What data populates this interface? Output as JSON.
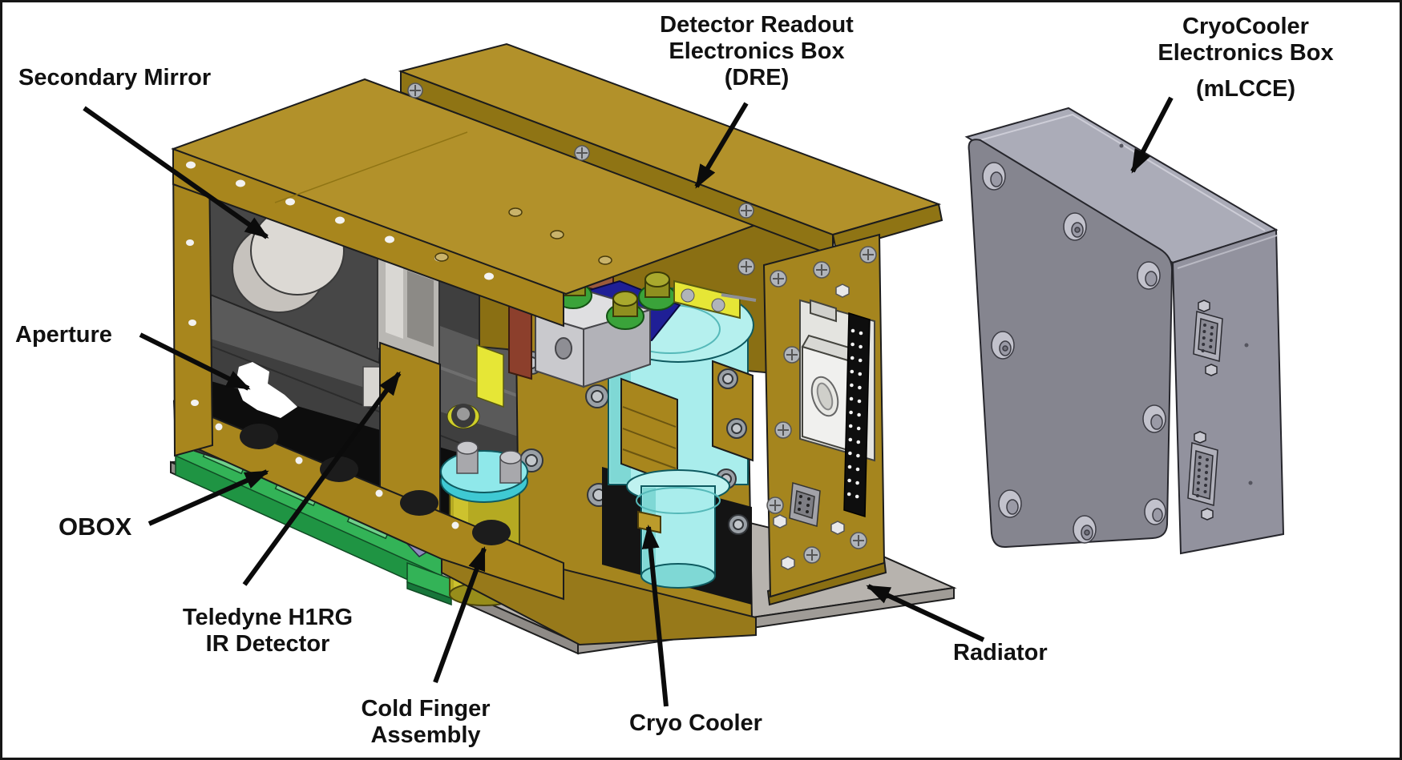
{
  "figure": {
    "kind": "labeled CAD exploded-view diagram of an infrared instrument assembly"
  },
  "labels": {
    "secondary_mirror": {
      "text": "Secondary Mirror"
    },
    "aperture": {
      "text": "Aperture"
    },
    "obox": {
      "text": "OBOX"
    },
    "detector": {
      "lines": [
        "Teledyne H1RG",
        "IR Detector"
      ]
    },
    "cold_finger": {
      "lines": [
        "Cold Finger",
        "Assembly"
      ]
    },
    "cryo_cooler": {
      "text": "Cryo Cooler"
    },
    "radiator": {
      "text": "Radiator"
    },
    "dre": {
      "lines": [
        "Detector Readout",
        "Electronics Box",
        "(DRE)"
      ]
    },
    "mlcce": {
      "lines": [
        "CryoCooler",
        "Electronics Box",
        "(mLCCE)"
      ]
    }
  },
  "colors": {
    "background": "#ffffff",
    "border": "#161616",
    "arrow": "#0b0b0b",
    "label_text": "#111111",
    "gold": "#a8861d",
    "gold_top": "#b2912a",
    "gold_shadow": "#8a6f13",
    "interior_gray": "#3f3f3f",
    "interior_black": "#0d0d0d",
    "mirror_white": "#dcd9d4",
    "aperture_white": "#ffffff",
    "pcb_green": "#2fad52",
    "pcb_green_dark": "#1f9443",
    "radiator_gray": "#b7b3ae",
    "cryocooler_cyan": "#a9edec",
    "cold_plate_cyan": "#3fc9d3",
    "cold_finger_olive": "#b5aa22",
    "bracket_navy": "#1f1f96",
    "bracket_purple": "#8d8bbd",
    "bracket_yellow": "#e6e636",
    "bracket_brown": "#9b5a3a",
    "bracket_maroon": "#8c3f2c",
    "connector_white": "#f0f0ee",
    "enclosure_gray_front": "#85858f",
    "enclosure_gray_top": "#abacb8",
    "enclosure_gray_side": "#92929e"
  }
}
